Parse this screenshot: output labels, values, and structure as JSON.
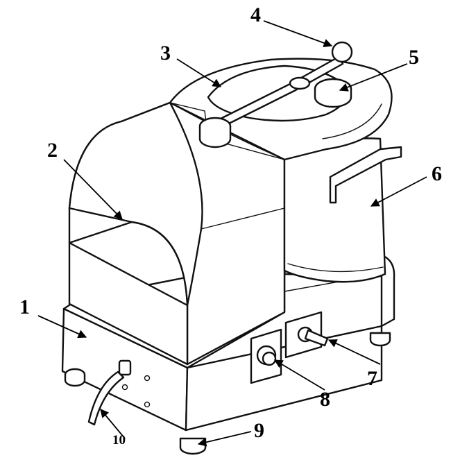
{
  "diagram": {
    "colors": {
      "line": "#111111",
      "background": "#ffffff"
    },
    "callouts": [
      {
        "id": "1",
        "text": "1"
      },
      {
        "id": "2",
        "text": "2"
      },
      {
        "id": "3",
        "text": "3"
      },
      {
        "id": "4",
        "text": "4"
      },
      {
        "id": "5",
        "text": "5"
      },
      {
        "id": "6",
        "text": "6"
      },
      {
        "id": "7",
        "text": "7"
      },
      {
        "id": "8",
        "text": "8"
      },
      {
        "id": "9",
        "text": "9"
      },
      {
        "id": "10",
        "text": "10"
      }
    ]
  }
}
